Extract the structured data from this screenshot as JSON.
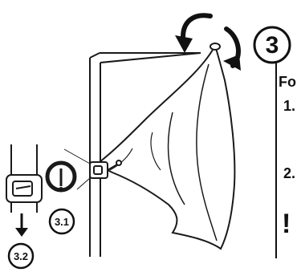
{
  "step": {
    "number": "3"
  },
  "substeps": [
    {
      "label": "3.1"
    },
    {
      "label": "3.2"
    }
  ],
  "side_panel": {
    "heading_fragment": "Fo",
    "list": [
      {
        "marker": "1."
      },
      {
        "marker": "2."
      }
    ],
    "warning_symbol": "!"
  },
  "icons": {
    "rotate_left": "curved-arrow-counterclockwise",
    "rotate_right": "curved-arrow-clockwise",
    "down": "arrow-down"
  },
  "colors": {
    "ink": "#111111",
    "background": "#ffffff",
    "line": "#1a1a1a"
  }
}
